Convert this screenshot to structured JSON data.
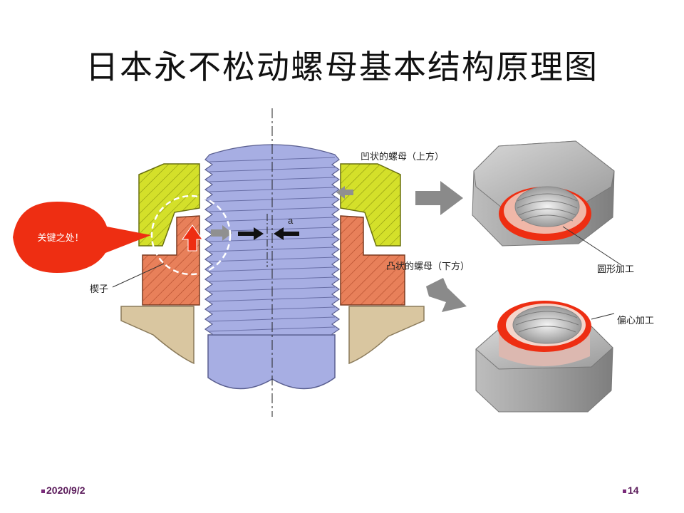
{
  "title": "日本永不松动螺母基本结构原理图",
  "labels": {
    "key_point": "关键之处！",
    "wedge": "楔子",
    "dim_a": "a",
    "upper_nut": "凹状的螺母（上方）",
    "lower_nut": "凸状的螺母（下方）",
    "round_machining": "圆形加工",
    "eccentric_machining": "偏心加工"
  },
  "footer": {
    "date": "2020/9/2",
    "page": "14"
  },
  "colors": {
    "bolt": "#a7aee3",
    "upper_nut": "#d4e02a",
    "lower_nut": "#e8805a",
    "washer": "#d9c6a0",
    "callout": "#ee2e12",
    "arrow_gray": "#8a8a8a"
  }
}
